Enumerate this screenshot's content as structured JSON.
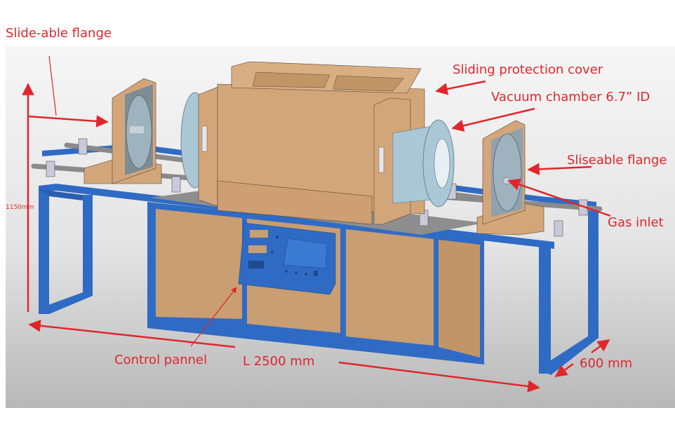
{
  "diagram": {
    "subject": "Split tube furnace with sliding flanges on blue steel frame",
    "colors": {
      "annotation": "#e0262b",
      "frame": "#2f6bc4",
      "furnace_body": "#d3a67a",
      "chamber": "#a9c7d4",
      "background_top": "#f6f6f6",
      "background_bottom": "#b8b8b8"
    }
  },
  "labels": {
    "slide_flange_left": "Slide-able flange",
    "protection_cover": "Sliding protection cover",
    "vacuum_chamber": "Vacuum chamber 6.7”  ID",
    "slide_flange_right": "Sliseable flange",
    "gas_inlet": "Gas inlet",
    "height": "1150mm",
    "control_panel": "Control pannel",
    "length": "L 2500 mm",
    "width": "600 mm"
  }
}
